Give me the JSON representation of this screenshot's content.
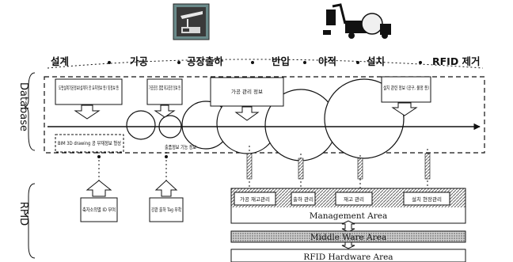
{
  "stages": [
    "설계",
    "가공",
    "공장출하",
    "반입",
    "야적",
    "설치",
    "RFID 제거"
  ],
  "side_labels": {
    "database": "Database",
    "rfid": "RFID"
  },
  "boxes": {
    "design_info": "도면설계기본정보(설계자 장 요무정보 등) 및정보 등",
    "process_info": "가공공장, 별품 제고공장 정보 등",
    "process_manage": "가공 관리 정보",
    "install_info": "설치 관련 정보 (공구, 물정 등)",
    "bim_drawing": "BIM 3D drawing 공 부재정보 형성",
    "info_notes": "출품정보 기능 정보",
    "rfid_left": "축자소의별 ID 부여",
    "rfid_mid": "강관 출하 Tag 부착"
  },
  "management": {
    "title": "Management Area",
    "modules": [
      "가공 재고관리",
      "출하 관리",
      "재고 관리",
      "설치 현장관리"
    ]
  },
  "middleware": "Middle Ware Area",
  "hardware": "RFID Hardware Area",
  "colors": {
    "line": "#111111",
    "hatch": "#777777",
    "icon_bg": "#3a3a3a",
    "icon_frame": "#6a8a8a"
  }
}
